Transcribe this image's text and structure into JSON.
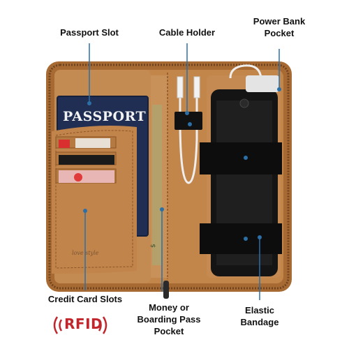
{
  "callouts": {
    "passport_slot": "Passport Slot",
    "cable_holder": "Cable Holder",
    "power_bank_line1": "Power Bank",
    "power_bank_line2": "Pocket",
    "credit_card_slots": "Credit Card Slots",
    "money_line1": "Money or",
    "money_line2": "Boarding Pass",
    "money_line3": "Pocket",
    "elastic_line1": "Elastic",
    "elastic_line2": "Bandage"
  },
  "product_text": {
    "passport": "PASSPORT",
    "brand_script": "love style",
    "rfid": "RFID"
  },
  "colors": {
    "leather": "#b8763b",
    "leather_dark": "#8c5427",
    "leather_inner": "#c2864b",
    "passport_navy": "#1f2e52",
    "phone_black": "#141414",
    "callout_line": "#2c6fa6",
    "rfid_red": "#c0262c"
  },
  "icons": [
    "credit-card-icon",
    "phone-icon",
    "cable-icon",
    "rfid-icon"
  ]
}
